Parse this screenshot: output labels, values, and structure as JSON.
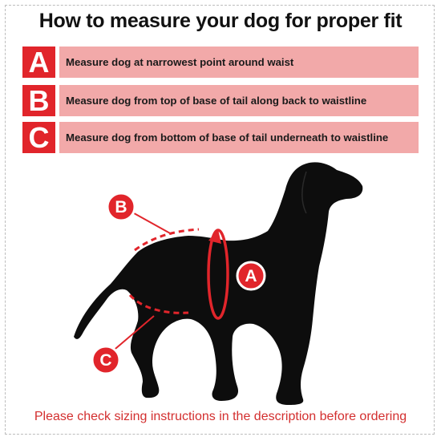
{
  "title": "How to measure your dog for proper fit",
  "colors": {
    "accent_red": "#E1252B",
    "row_bar": "#F2A9A9",
    "dog": "#0D0D0D",
    "footer_text": "#D32F2F"
  },
  "measurements": [
    {
      "letter": "A",
      "text": "Measure dog at narrowest point around waist"
    },
    {
      "letter": "B",
      "text": "Measure dog from top of base of tail along back to waistline"
    },
    {
      "letter": "C",
      "text": "Measure dog from bottom of base of tail underneath to waistline"
    }
  ],
  "diagram": {
    "labels": {
      "a": "A",
      "b": "B",
      "c": "C"
    }
  },
  "footer": "Please check sizing instructions in the description before ordering"
}
